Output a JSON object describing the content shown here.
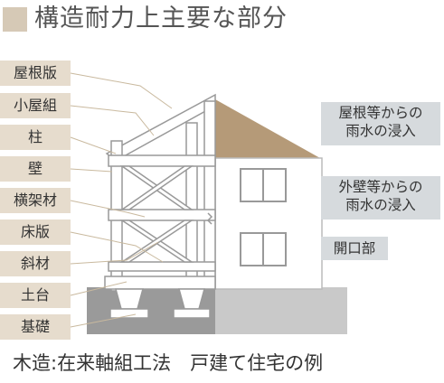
{
  "title": "構造耐力上主要な部分",
  "structural_parts": [
    "屋根版",
    "小屋組",
    "柱",
    "壁",
    "横架材",
    "床版",
    "斜材",
    "土台",
    "基礎"
  ],
  "callouts": {
    "roof": [
      "屋根等からの",
      "雨水の浸入"
    ],
    "wall": [
      "外壁等からの",
      "雨水の浸入"
    ],
    "opening": "開口部"
  },
  "caption": "木造:在来軸組工法　戸建て住宅の例",
  "colors": {
    "label_bg": "#e6dccd",
    "title_box": "#d6c9b6",
    "callout_bg": "#d6dadd",
    "roof": "#b59a78",
    "ground": "#9a9a9a",
    "frame_stroke": "#999999"
  }
}
